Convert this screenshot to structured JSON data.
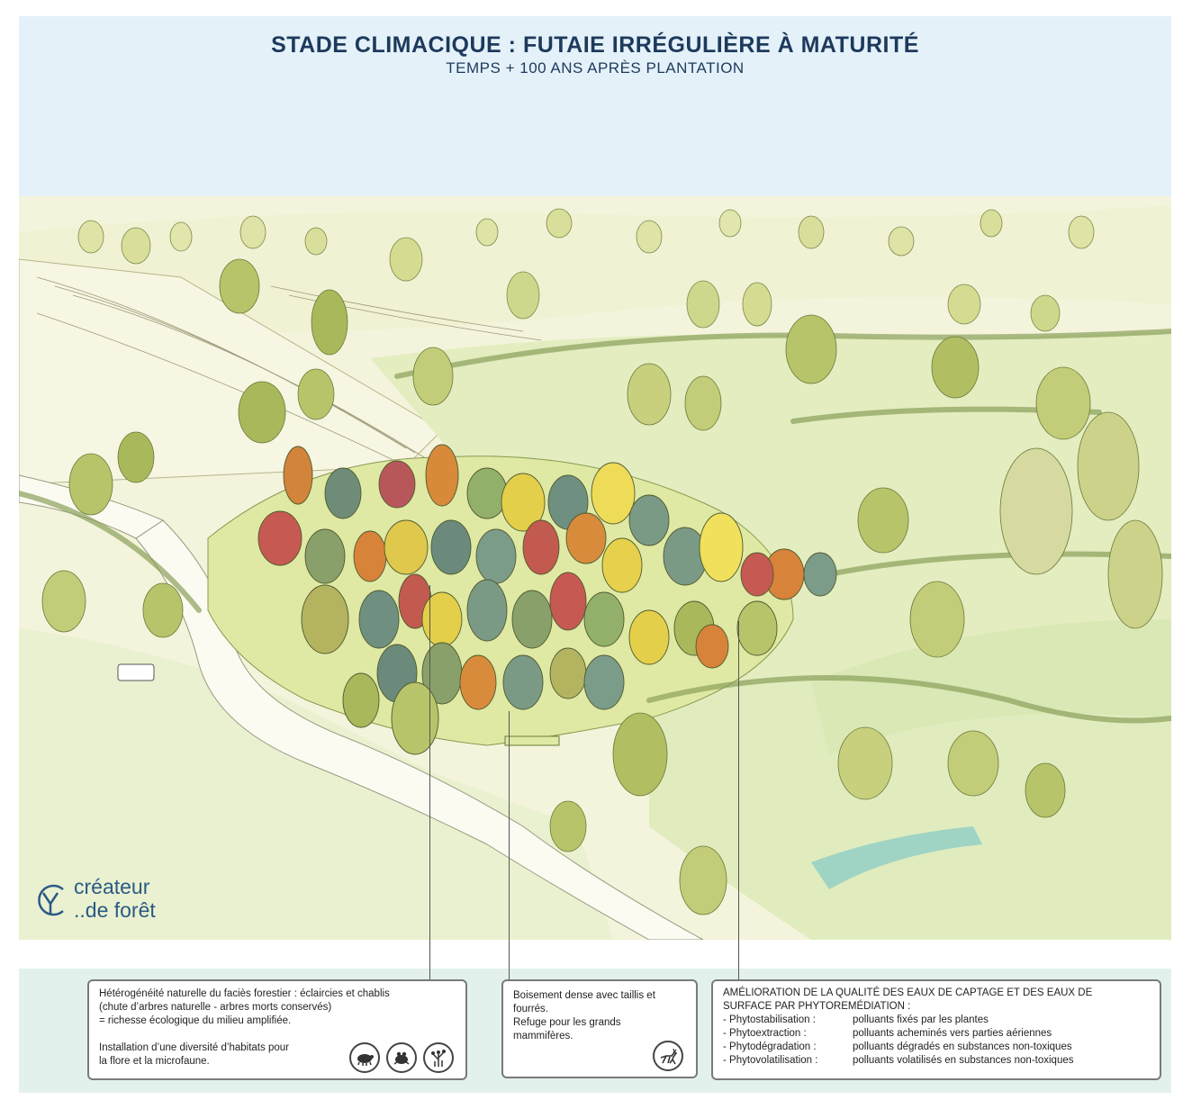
{
  "header": {
    "title": "STADE CLIMACIQUE : FUTAIE IRRÉGULIÈRE À MATURITÉ",
    "subtitle": "TEMPS + 100 ANS APRÈS PLANTATION"
  },
  "logo": {
    "line1": "créateur",
    "line2": "de forêt",
    "dots": ".."
  },
  "callouts": {
    "heterogeneity": {
      "lines": [
        "Hétérogénéité naturelle du faciès forestier : éclaircies et chablis",
        "(chute d’arbres naturelle - arbres morts conservés)",
        "= richesse écologique du milieu amplifiée."
      ],
      "lines2": [
        "Installation d’une diversité d’habitats pour",
        "la flore et la microfaune."
      ],
      "icons": [
        "tortoise-icon",
        "frog-icon",
        "plant-icon"
      ]
    },
    "dense": {
      "lines": [
        "Boisement dense avec taillis et",
        "fourrés.",
        "Refuge pour les grands",
        "mammifères."
      ],
      "icons": [
        "deer-icon"
      ]
    },
    "water": {
      "heading": [
        "AMÉLIORATION DE LA QUALITÉ DES EAUX DE CAPTAGE ET DES EAUX DE",
        "SURFACE PAR PHYTOREMÉDIATION :"
      ],
      "items": [
        {
          "term": "- Phytostabilisation :",
          "desc": "polluants fixés par les plantes"
        },
        {
          "term": "- Phytoextraction :",
          "desc": "polluants acheminés vers parties aériennes"
        },
        {
          "term": "- Phytodégradation :",
          "desc": "polluants dégradés en substances non-toxiques"
        },
        {
          "term": "- Phytovolatilisation :",
          "desc": "polluants volatilisés en substances non-toxiques"
        }
      ]
    }
  },
  "colors": {
    "title": "#1d3a5c",
    "sky": "#e4f1f9",
    "meadow": "#e6efc4",
    "field": "#f6f6de",
    "band": "#e3f1ec",
    "logo": "#2a5a86"
  }
}
